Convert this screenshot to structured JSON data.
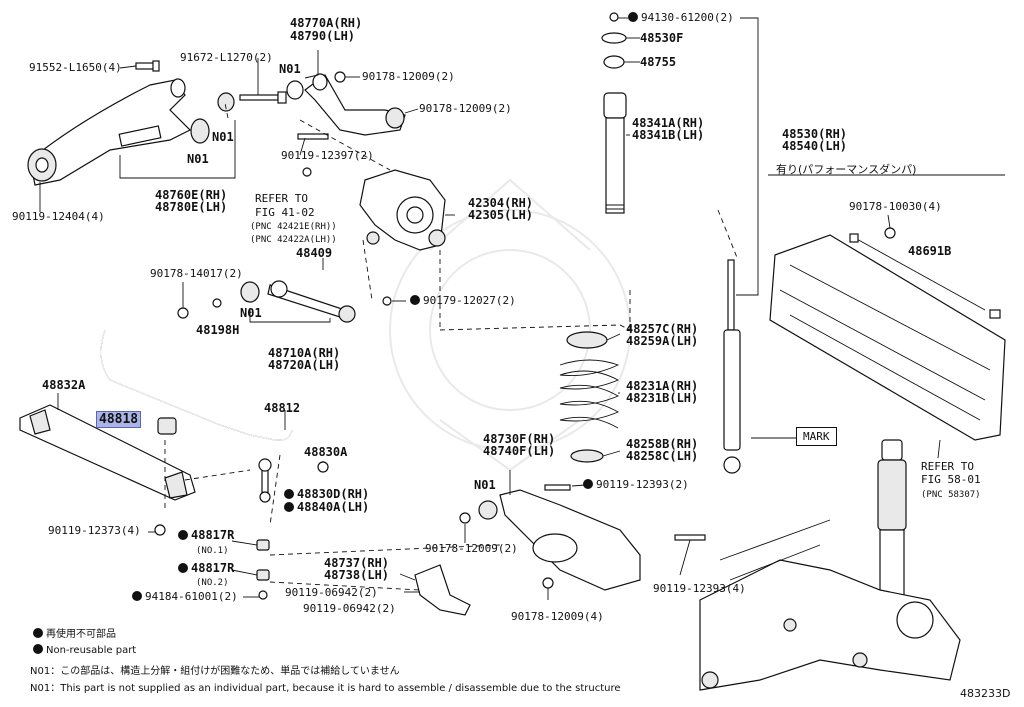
{
  "diagram_id": "483233D",
  "labels": {
    "p91552": "91552-L1650(4)",
    "p91672": "91672-L1270(2)",
    "p48770a": "48770A(RH)",
    "p48790": "48790(LH)",
    "n01_top": "N01",
    "p90178_a": "90178-12009(2)",
    "p90178_b": "90178-12009(2)",
    "n01_a": "N01",
    "n01_b": "N01",
    "p90119_12397": "90119-12397(2)",
    "p48760e": "48760E(RH)",
    "p48780e": "48780E(LH)",
    "p90119_12404": "90119-12404(4)",
    "refer1_a": "REFER TO",
    "refer1_b": "FIG 41-02",
    "refer1_c": "(PNC 42421E(RH))",
    "refer1_d": "(PNC 42422A(LH))",
    "p42304": "42304(RH)",
    "p42305": "42305(LH)",
    "p48409": "48409",
    "p90178_14017": "90178-14017(2)",
    "p90179_12027": "90179-12027(2)",
    "n01_c": "N01",
    "p48198h": "48198H",
    "p48710a": "48710A(RH)",
    "p48720a": "48720A(LH)",
    "p48832a": "48832A",
    "p48818": "48818",
    "p48812": "48812",
    "p48830a": "48830A",
    "p48830d": "48830D(RH)",
    "p48840a": "48840A(LH)",
    "p90119_12373": "90119-12373(4)",
    "p48817r_1": "48817R",
    "no1": "(NO.1)",
    "p48817r_2": "48817R",
    "no2": "(NO.2)",
    "p94184": "94184-61001(2)",
    "p94130": "94130-61200(2)",
    "p48530f": "48530F",
    "p48755": "48755",
    "p48341a": "48341A(RH)",
    "p48341b": "48341B(LH)",
    "p48530": "48530(RH)",
    "p48540": "48540(LH)",
    "perf_damper": "有り(パフォーマンスダンパ)",
    "p90178_10030": "90178-10030(4)",
    "p48691b": "48691B",
    "p48257c": "48257C(RH)",
    "p48259a": "48259A(LH)",
    "p48231a": "48231A(RH)",
    "p48231b": "48231B(LH)",
    "p48258b": "48258B(RH)",
    "p48258c": "48258C(LH)",
    "p48730f": "48730F(RH)",
    "p48740f": "48740F(LH)",
    "n01_d": "N01",
    "p90119_12393_a": "90119-12393(2)",
    "mark": "MARK",
    "p90178_12009_c": "90178-12009(2)",
    "p48737": "48737(RH)",
    "p48738": "48738(LH)",
    "p90119_06942_a": "90119-06942(2)",
    "p90119_06942_b": "90119-06942(2)",
    "p90178_12009_d": "90178-12009(4)",
    "p90119_12393_b": "90119-12393(4)",
    "refer2_a": "REFER TO",
    "refer2_b": "FIG 58-01",
    "refer2_c": "(PNC 58307)"
  },
  "legend": {
    "jp": "再使用不可部品",
    "en": "Non-reusable part"
  },
  "notes": {
    "jp": "N01：この部品は、構造上分解・組付けが困難なため、単品では補給していません",
    "en": "N01：This part is not supplied as an individual part, because it is hard to assemble / disassemble due to the structure"
  },
  "colors": {
    "highlight": "#aab4e6",
    "ink": "#111111"
  }
}
